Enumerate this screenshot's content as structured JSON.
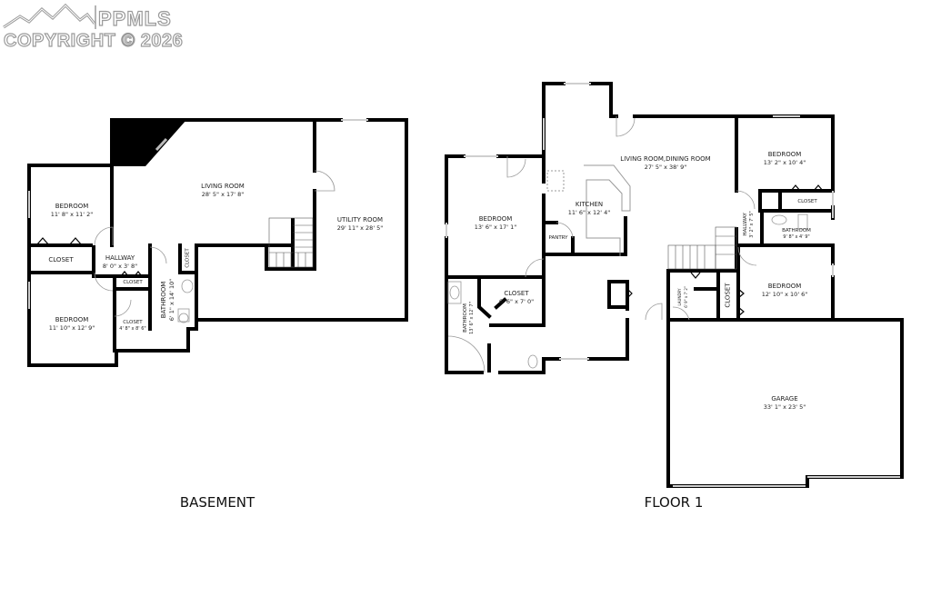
{
  "watermark": {
    "brand": "PPMLS",
    "copyright": "COPYRIGHT © 2026",
    "icon": "mountain-logo-icon"
  },
  "floors": [
    {
      "title": "BASEMENT",
      "rooms": [
        {
          "name": "LIVING ROOM",
          "dims": "28' 5\" x 17' 8\""
        },
        {
          "name": "UTILITY ROOM",
          "dims": "29' 11\" x 28' 5\""
        },
        {
          "name": "BEDROOM",
          "dims": "11' 8\" x 11' 2\""
        },
        {
          "name": "CLOSET",
          "dims": ""
        },
        {
          "name": "HALLWAY",
          "dims": "8' 0\" x 3' 8\""
        },
        {
          "name": "CLOSET",
          "dims": ""
        },
        {
          "name": "CLOSET",
          "dims": ""
        },
        {
          "name": "BEDROOM",
          "dims": "11' 10\" x 12' 9\""
        },
        {
          "name": "CLOSET",
          "dims": "4' 8\" x 8' 6\""
        },
        {
          "name": "BATHROOM",
          "dims": "6' 1\" x 14' 10\""
        }
      ]
    },
    {
      "title": "FLOOR 1",
      "rooms": [
        {
          "name": "LIVING ROOM,DINING ROOM",
          "dims": "27' 5\" x 38' 9\""
        },
        {
          "name": "KITCHEN",
          "dims": "11' 6\" x 12' 4\""
        },
        {
          "name": "PANTRY",
          "dims": ""
        },
        {
          "name": "BEDROOM",
          "dims": "13' 6\" x 17' 1\""
        },
        {
          "name": "CLOSET",
          "dims": "6' 6\" x 7' 0\""
        },
        {
          "name": "BATHROOM",
          "dims": "13' 6\" x 12' 7\""
        },
        {
          "name": "BEDROOM",
          "dims": "13' 2\" x 10' 4\""
        },
        {
          "name": "CLOSET",
          "dims": ""
        },
        {
          "name": "HALLWAY",
          "dims": "3' 2\" x 7' 5\""
        },
        {
          "name": "BATHROOM",
          "dims": "9' 8\" x 4' 9\""
        },
        {
          "name": "BEDROOM",
          "dims": "12' 10\" x 10' 6\""
        },
        {
          "name": "CLOSET",
          "dims": ""
        },
        {
          "name": "LAUNDRY",
          "dims": "6' 9\" x 7' 2\""
        },
        {
          "name": "GARAGE",
          "dims": "33' 1\" x 23' 5\""
        }
      ]
    }
  ],
  "colors": {
    "wall": "#000000",
    "window": "#cfcfcf",
    "fixture": "#9a9a9a",
    "watermark": "#9a9a9a"
  }
}
